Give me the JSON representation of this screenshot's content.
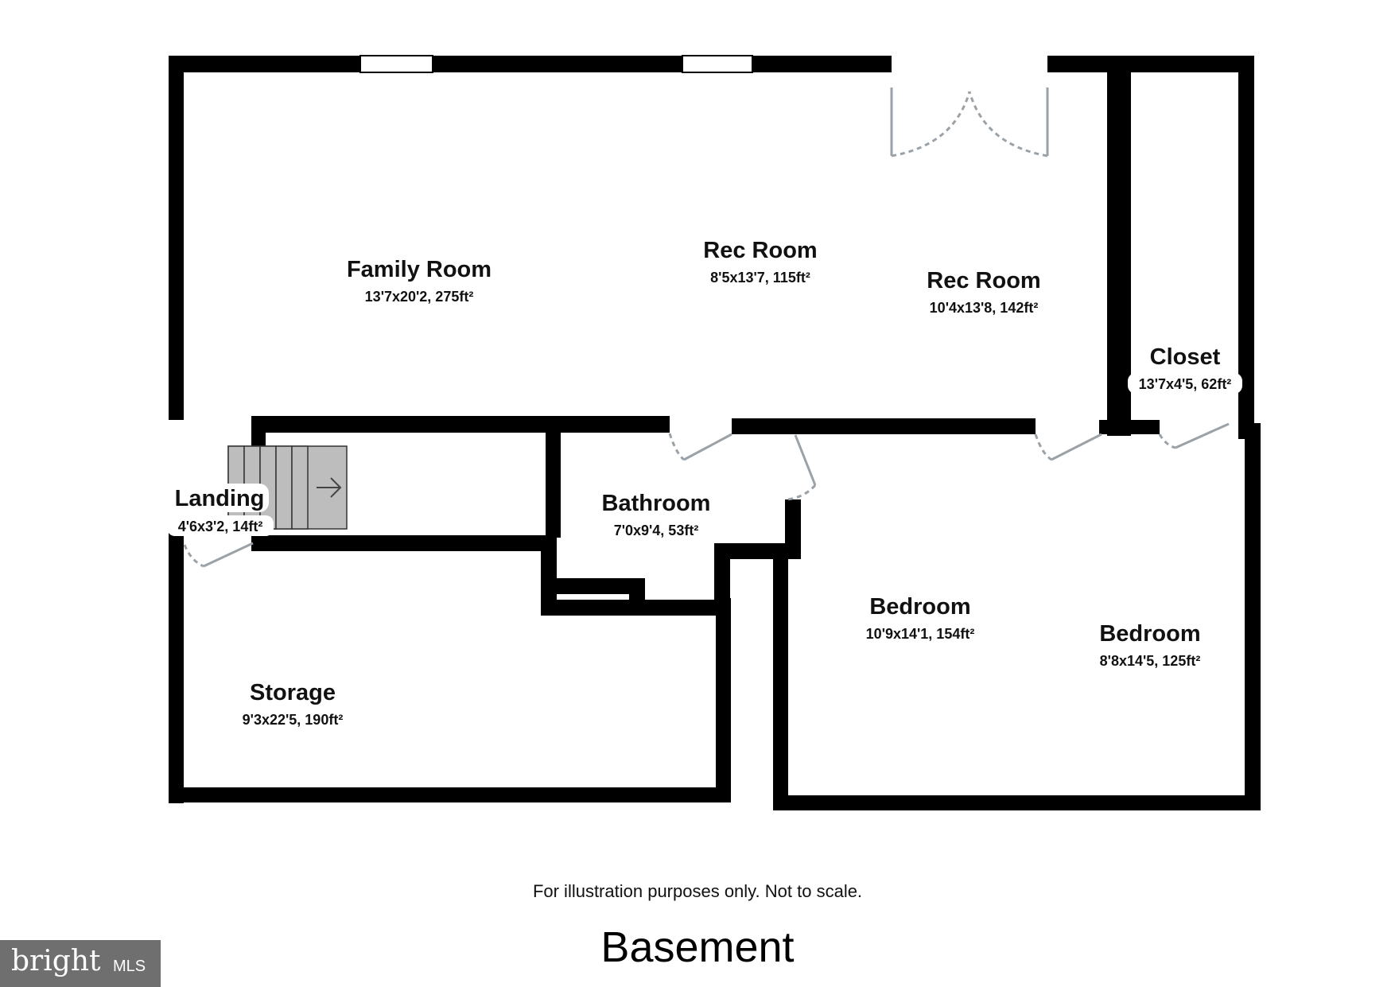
{
  "plan": {
    "title": "Basement",
    "disclaimer": "For illustration purposes only. Not to scale.",
    "rooms": [
      {
        "name": "Family Room",
        "dims": "13'7x20'2, 275ft²"
      },
      {
        "name": "Rec Room",
        "dims": "8'5x13'7, 115ft²"
      },
      {
        "name": "Rec Room",
        "dims": "10'4x13'8, 142ft²"
      },
      {
        "name": "Closet",
        "dims": "13'7x4'5, 62ft²"
      },
      {
        "name": "Landing",
        "dims": "4'6x3'2, 14ft²"
      },
      {
        "name": "Bathroom",
        "dims": "7'0x9'4, 53ft²"
      },
      {
        "name": "Storage",
        "dims": "9'3x22'5, 190ft²"
      },
      {
        "name": "Bedroom",
        "dims": "10'9x14'1, 154ft²"
      },
      {
        "name": "Bedroom",
        "dims": "8'8x14'5, 125ft²"
      }
    ]
  },
  "colors": {
    "wall": "#000000",
    "door": "#9aa2a8",
    "stairs": "#bdbdbd",
    "watermark_bg": "#6f6f6f"
  },
  "icons": [
    "stair-arrow-icon"
  ],
  "watermark": {
    "brand": "bright",
    "suffix": "MLS"
  }
}
